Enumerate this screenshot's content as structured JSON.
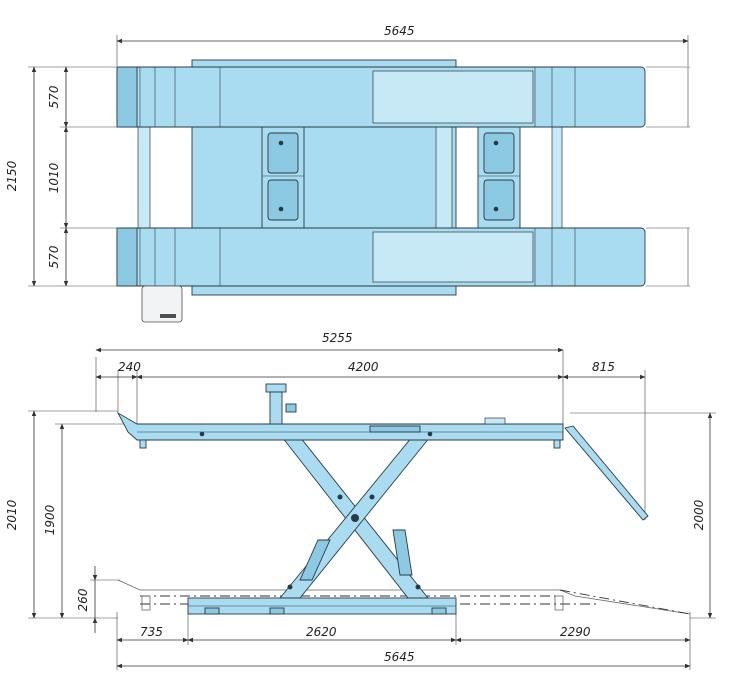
{
  "top_view": {
    "overall_length": "5645",
    "overall_width": "2150",
    "platform_width_1": "570",
    "gap_width": "1010",
    "platform_width_2": "570"
  },
  "side_view": {
    "top_overall": "5255",
    "front_overhang": "240",
    "platform_length": "4200",
    "ramp_projection": "815",
    "max_height_overall": "2010",
    "platform_height": "1900",
    "ramp_height": "2000",
    "min_height": "260",
    "bottom_front": "735",
    "bottom_base": "2620",
    "bottom_ramp": "2290",
    "bottom_overall": "5645"
  },
  "colors": {
    "steel_blue": "#a9dcf0",
    "outline": "#2a3a44"
  }
}
